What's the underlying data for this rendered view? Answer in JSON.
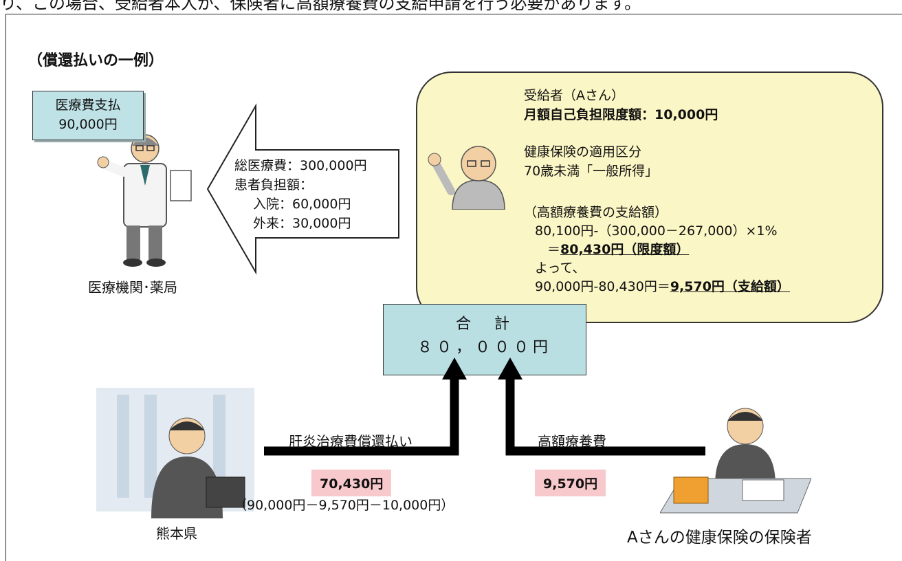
{
  "header_fragment": "り、この場合、受給者本人が、保険者に高額療養費の支給申請を行う必要があります。",
  "title": "（償還払いの一例）",
  "medical": {
    "callout_line1": "医療費支払",
    "callout_line2": "90,000円",
    "caption": "医療機関･薬局",
    "arrow_lines": [
      "総医療費：300,000円",
      "患者負担額：",
      "入院：60,000円",
      "外来：30,000円"
    ]
  },
  "recipient": {
    "line1": "受給者（Aさん）",
    "line2": "月額自己負担限度額：10,000円",
    "line3": "健康保険の適用区分",
    "line4": "70歳未満「一般所得」",
    "line5": "（高額療養費の支給額）",
    "line6": "80,100円-（300,000－267,000）×1%",
    "line7_prefix": "＝",
    "line7_value": "80,430円（限度額）",
    "line8": "よって、",
    "line9_prefix": "90,000円-80,430円＝",
    "line9_value": "9,570円（支給額）"
  },
  "total": {
    "label": "合　計",
    "value": "８０，０００円"
  },
  "prefecture": {
    "flow_label": "肝炎治療費償還払い",
    "amount": "70,430円",
    "breakdown": "（90,000円－9,570円－10,000円）",
    "caption": "熊本県"
  },
  "insurer": {
    "flow_label": "高額療養費",
    "amount": "9,570円",
    "caption": "Aさんの健康保険の保険者"
  },
  "colors": {
    "callout": "#bfe2e6",
    "bubble": "#fbf6c5",
    "amount_bg": "#f7c8cc",
    "arrow": "#000000"
  }
}
